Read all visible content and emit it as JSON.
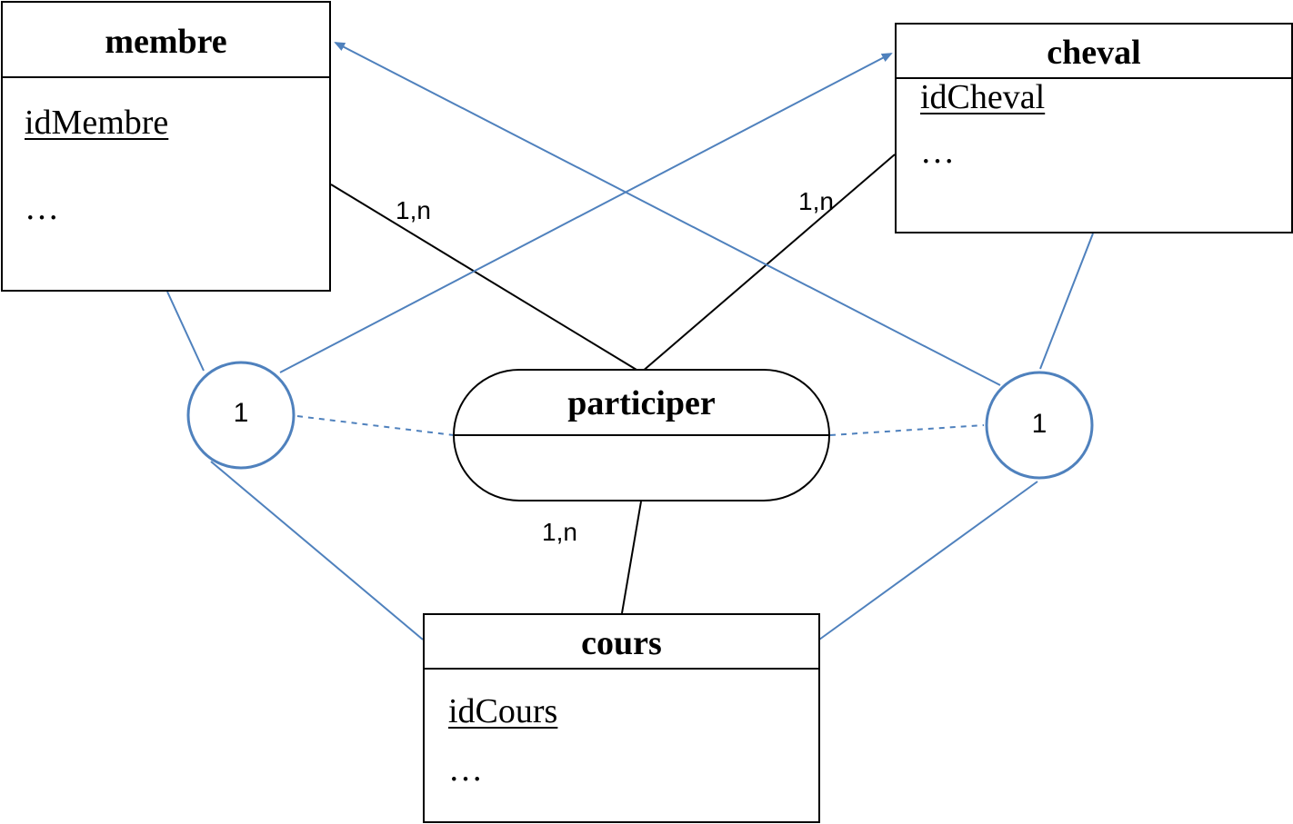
{
  "colors": {
    "entity_border": "#000000",
    "constraint_line": "#4f81bd",
    "association_line": "#000000"
  },
  "entities": {
    "membre": {
      "title": "membre",
      "pk": "idMembre",
      "more": "…"
    },
    "cheval": {
      "title": "cheval",
      "pk": "idCheval",
      "more": "…"
    },
    "cours": {
      "title": "cours",
      "pk": "idCours",
      "more": "…"
    }
  },
  "relation": {
    "title": "participer"
  },
  "cardinalities": {
    "membre": "1,n",
    "cheval": "1,n",
    "cours": "1,n"
  },
  "constraints": {
    "left": "1",
    "right": "1"
  }
}
